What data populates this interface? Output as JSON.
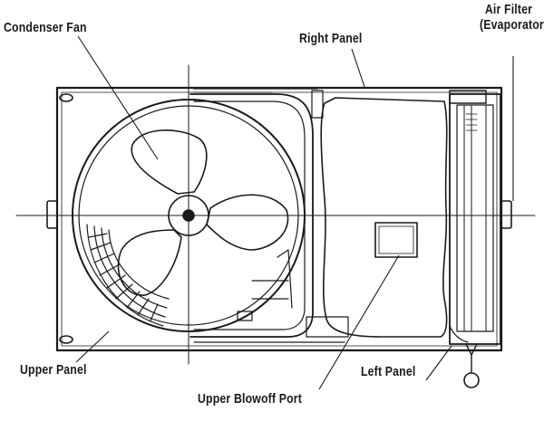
{
  "labels": {
    "condenser_fan": "Condenser Fan",
    "right_panel": "Right Panel",
    "air_filter_line1": "Air Filter",
    "air_filter_line2": "(Evaporator)",
    "upper_panel": "Upper Panel",
    "left_panel": "Left Panel",
    "upper_blowoff_port": "Upper Blowoff Port"
  },
  "colors": {
    "ink": "#1a1a1a",
    "background": "#ffffff"
  }
}
